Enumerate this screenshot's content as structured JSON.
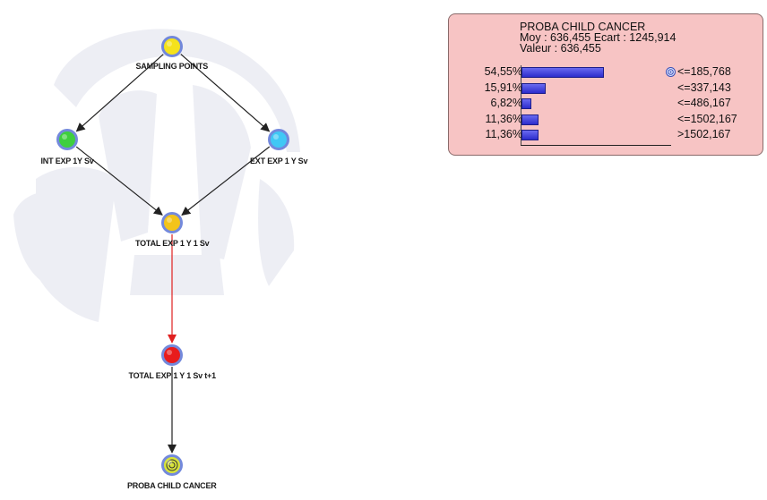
{
  "nodes": [
    {
      "id": "sampling",
      "label": "SAMPLING POINTS",
      "color": "#f5e21c"
    },
    {
      "id": "int",
      "label": "INT EXP 1Y Sv",
      "color": "#3ecf3e"
    },
    {
      "id": "ext",
      "label": "EXT EXP 1 Y Sv",
      "color": "#40c8f5"
    },
    {
      "id": "total",
      "label": "TOTAL EXP 1 Y 1 Sv",
      "color": "#f3c41a"
    },
    {
      "id": "total_t1",
      "label": "TOTAL EXP 1 Y 1 Sv t+1",
      "color": "#e81c1c"
    },
    {
      "id": "proba",
      "label": "PROBA CHILD CANCER",
      "color": "#d8e43a"
    }
  ],
  "edges": [
    {
      "from": "sampling",
      "to": "int",
      "color": "#222222"
    },
    {
      "from": "sampling",
      "to": "ext",
      "color": "#222222"
    },
    {
      "from": "int",
      "to": "total",
      "color": "#222222"
    },
    {
      "from": "ext",
      "to": "total",
      "color": "#222222"
    },
    {
      "from": "total",
      "to": "total_t1",
      "color": "#e02020"
    },
    {
      "from": "total_t1",
      "to": "proba",
      "color": "#222222"
    }
  ],
  "monitor": {
    "title": "PROBA CHILD CANCER",
    "stats": "Moy : 636,455 Ecart : 1245,914",
    "value": "Valeur : 636,455",
    "background": "#f7c4c4",
    "bar_color": "#3b3bdc",
    "rows": [
      {
        "percent": "54,55%",
        "range": "<=185,768",
        "fraction": 0.5455,
        "observed": true
      },
      {
        "percent": "15,91%",
        "range": "<=337,143",
        "fraction": 0.1591,
        "observed": false
      },
      {
        "percent": "6,82%",
        "range": "<=486,167",
        "fraction": 0.0682,
        "observed": false
      },
      {
        "percent": "11,36%",
        "range": "<=1502,167",
        "fraction": 0.1136,
        "observed": false
      },
      {
        "percent": "11,36%",
        "range": ">1502,167",
        "fraction": 0.1136,
        "observed": false
      }
    ]
  }
}
